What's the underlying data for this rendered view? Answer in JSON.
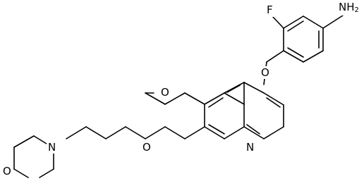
{
  "structure": {
    "atoms": {
      "fluorine": "F",
      "amine": "NH",
      "amine_subscript": "2",
      "aryl_ether_oxygen": "O",
      "methoxy_oxygen": "O",
      "propoxy_oxygen": "O",
      "quinoline_nitrogen": "N",
      "morpholine_nitrogen": "N",
      "morpholine_oxygen": "O"
    }
  }
}
